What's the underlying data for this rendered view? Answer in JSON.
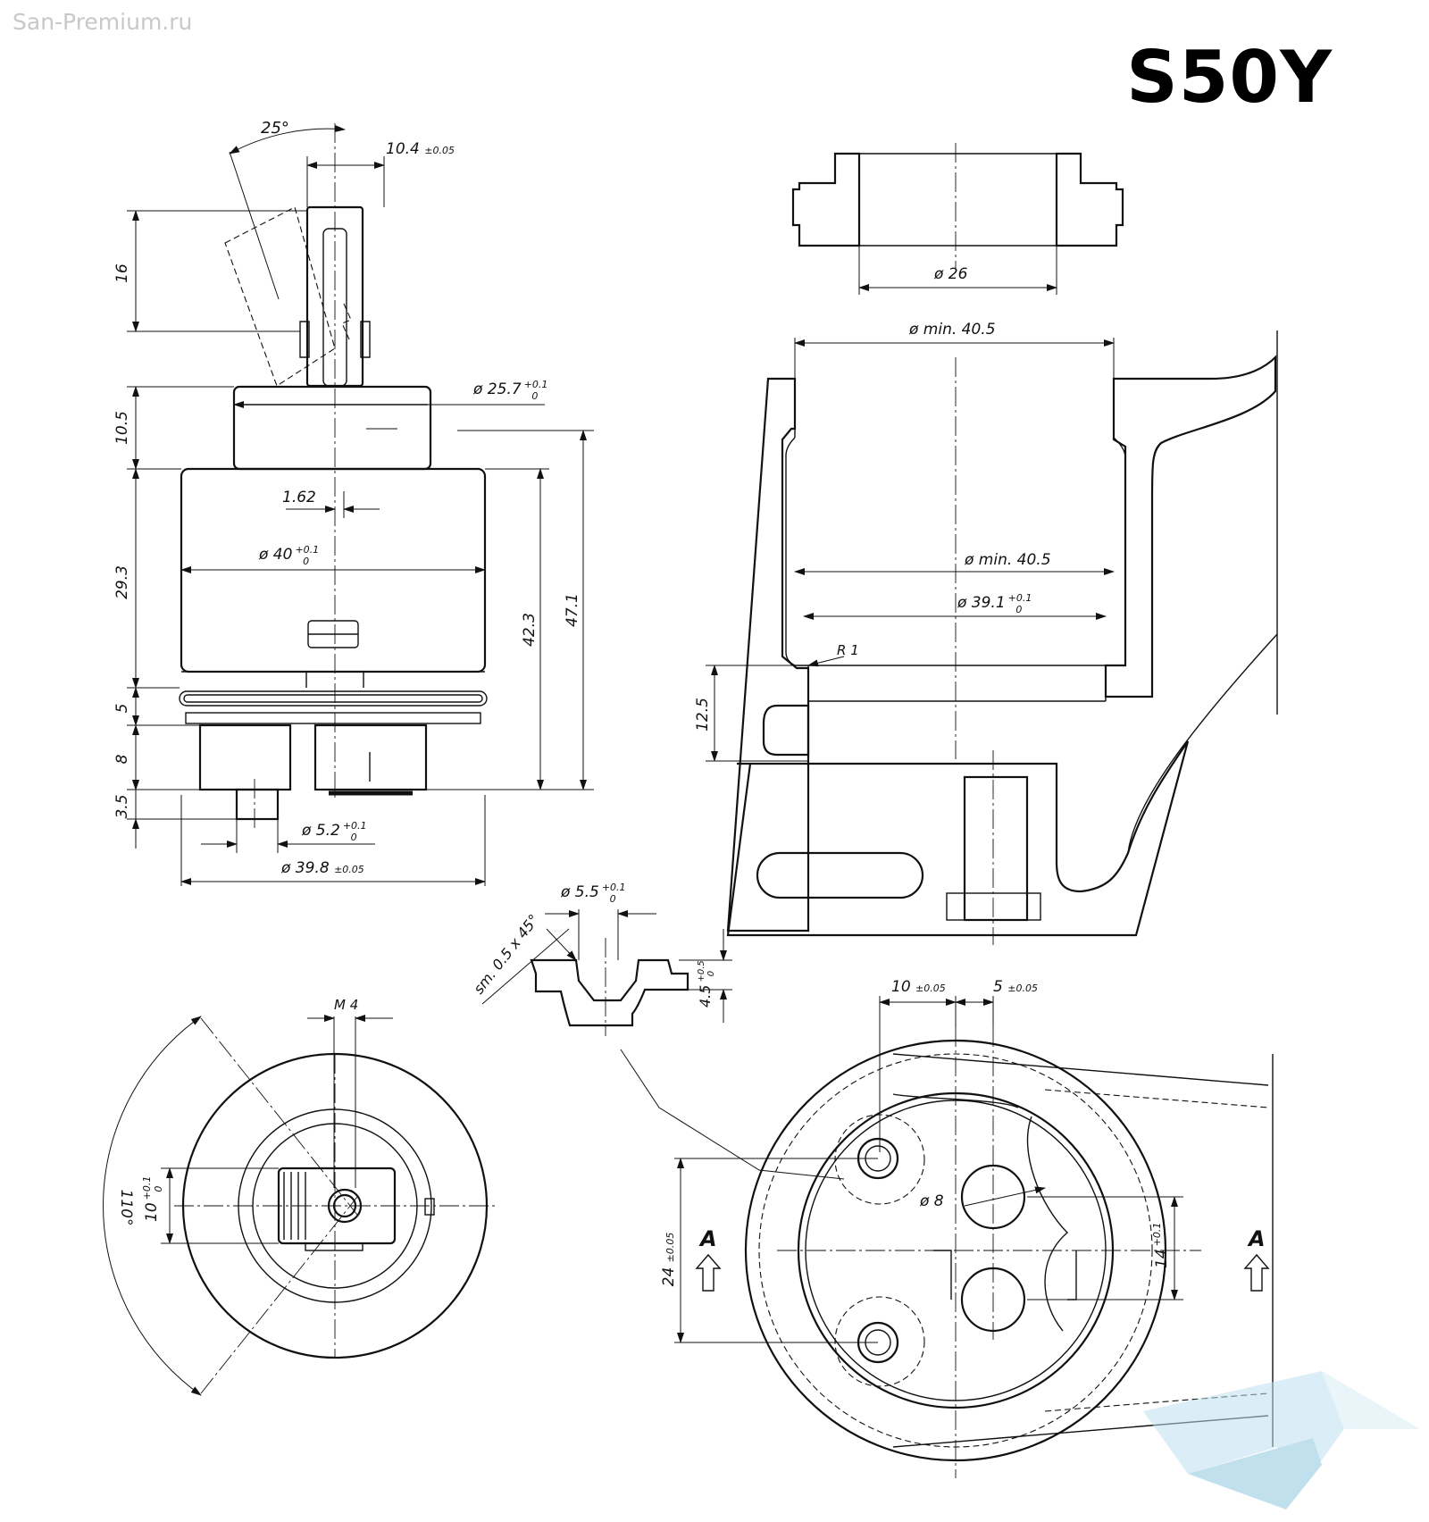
{
  "watermark": "San-Premium.ru",
  "title": "S50Y",
  "cartridge": {
    "angle": "25°",
    "stem_width": "10.4",
    "stem_width_tol": "±0.05",
    "stem_height": "16",
    "top_height": "10.5",
    "top_diameter": "ø 25.7",
    "body_offset": "1.62",
    "body_diameter": "ø 40",
    "body_height": "29.3",
    "overall_a": "42.3",
    "overall_b": "47.1",
    "ring_height": "5",
    "base_height": "8",
    "pin_height": "3.5",
    "pin_diameter": "ø 5.2",
    "base_diameter": "ø 39.8",
    "base_diameter_tol": "±0.05"
  },
  "tol_up": "+0.1",
  "tol_low": "0",
  "nut": {
    "diameter": "ø 26"
  },
  "housing": {
    "bore_top": "ø min. 40.5",
    "bore_inner": "ø min. 40.5",
    "seat_diameter": "ø 39.1",
    "radius": "R 1",
    "seat_height": "12.5"
  },
  "hole_detail": {
    "diameter": "ø 5.5",
    "chamfer": "sm. 0.5 x 45°",
    "depth": "4.5",
    "depth_tol_up": "+0.5"
  },
  "top_view": {
    "thread": "M 4",
    "rotation": "110°",
    "slot": "10"
  },
  "seat_view": {
    "offset_a": "10",
    "offset_b": "5",
    "offset_tol": "±0.05",
    "hole_diameter": "ø 8",
    "span": "24",
    "span_tol": "±0.05",
    "pitch": "14",
    "section_label": "A"
  }
}
